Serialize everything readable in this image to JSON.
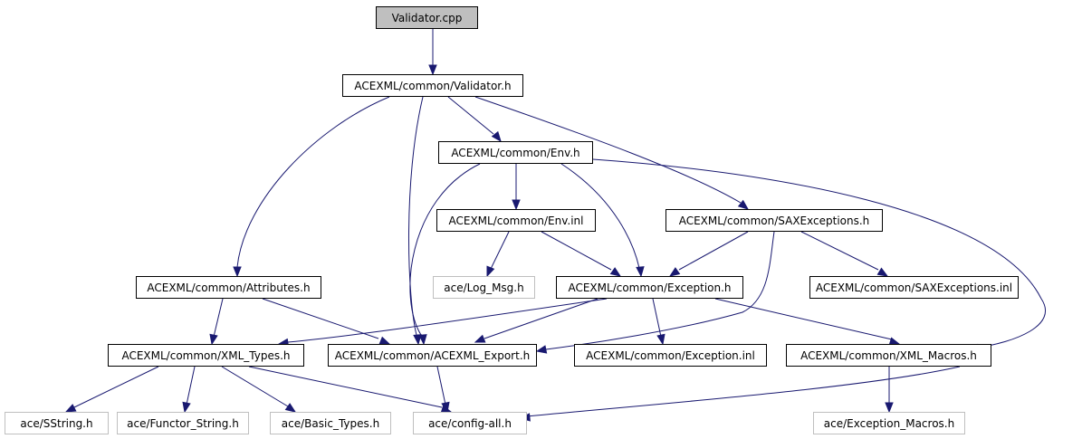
{
  "graph": {
    "title": "Validator.cpp",
    "colors": {
      "edge": "#191970",
      "root_fill": "#bfbfbf",
      "node_border": "#000000",
      "external_border": "#bfbfbf"
    },
    "nodes": [
      {
        "id": "validator_cpp",
        "label": "Validator.cpp",
        "kind": "root"
      },
      {
        "id": "validator_h",
        "label": "ACEXML/common/Validator.h",
        "kind": "internal"
      },
      {
        "id": "env_h",
        "label": "ACEXML/common/Env.h",
        "kind": "internal"
      },
      {
        "id": "env_inl",
        "label": "ACEXML/common/Env.inl",
        "kind": "internal"
      },
      {
        "id": "saxexceptions_h",
        "label": "ACEXML/common/SAXExceptions.h",
        "kind": "internal"
      },
      {
        "id": "attributes_h",
        "label": "ACEXML/common/Attributes.h",
        "kind": "internal"
      },
      {
        "id": "log_msg_h",
        "label": "ace/Log_Msg.h",
        "kind": "external"
      },
      {
        "id": "exception_h",
        "label": "ACEXML/common/Exception.h",
        "kind": "internal"
      },
      {
        "id": "saxexceptions_inl",
        "label": "ACEXML/common/SAXExceptions.inl",
        "kind": "internal"
      },
      {
        "id": "xml_types_h",
        "label": "ACEXML/common/XML_Types.h",
        "kind": "internal"
      },
      {
        "id": "acexml_export_h",
        "label": "ACEXML/common/ACEXML_Export.h",
        "kind": "internal"
      },
      {
        "id": "exception_inl",
        "label": "ACEXML/common/Exception.inl",
        "kind": "internal"
      },
      {
        "id": "xml_macros_h",
        "label": "ACEXML/common/XML_Macros.h",
        "kind": "internal"
      },
      {
        "id": "sstring_h",
        "label": "ace/SString.h",
        "kind": "external"
      },
      {
        "id": "functor_string_h",
        "label": "ace/Functor_String.h",
        "kind": "external"
      },
      {
        "id": "basic_types_h",
        "label": "ace/Basic_Types.h",
        "kind": "external"
      },
      {
        "id": "config_all_h",
        "label": "ace/config-all.h",
        "kind": "external"
      },
      {
        "id": "exception_macros_h",
        "label": "ace/Exception_Macros.h",
        "kind": "external"
      }
    ],
    "edges": [
      [
        "validator_cpp",
        "validator_h"
      ],
      [
        "validator_h",
        "attributes_h"
      ],
      [
        "validator_h",
        "acexml_export_h"
      ],
      [
        "validator_h",
        "env_h"
      ],
      [
        "validator_h",
        "saxexceptions_h"
      ],
      [
        "env_h",
        "env_inl"
      ],
      [
        "env_h",
        "acexml_export_h"
      ],
      [
        "env_h",
        "exception_h"
      ],
      [
        "env_h",
        "xml_macros_h"
      ],
      [
        "env_inl",
        "log_msg_h"
      ],
      [
        "env_inl",
        "exception_h"
      ],
      [
        "saxexceptions_h",
        "exception_h"
      ],
      [
        "saxexceptions_h",
        "saxexceptions_inl"
      ],
      [
        "saxexceptions_h",
        "acexml_export_h"
      ],
      [
        "attributes_h",
        "xml_types_h"
      ],
      [
        "attributes_h",
        "acexml_export_h"
      ],
      [
        "exception_h",
        "xml_types_h"
      ],
      [
        "exception_h",
        "acexml_export_h"
      ],
      [
        "exception_h",
        "exception_inl"
      ],
      [
        "exception_h",
        "xml_macros_h"
      ],
      [
        "xml_types_h",
        "sstring_h"
      ],
      [
        "xml_types_h",
        "functor_string_h"
      ],
      [
        "xml_types_h",
        "basic_types_h"
      ],
      [
        "xml_types_h",
        "config_all_h"
      ],
      [
        "acexml_export_h",
        "config_all_h"
      ],
      [
        "xml_macros_h",
        "config_all_h"
      ],
      [
        "xml_macros_h",
        "exception_macros_h"
      ]
    ]
  }
}
